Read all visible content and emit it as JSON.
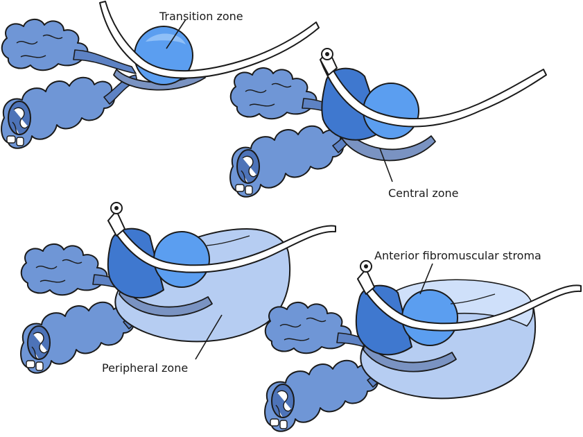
{
  "labels": {
    "transition_zone": "Transition zone",
    "central_zone": "Central zone",
    "peripheral_zone": "Peripheral zone",
    "anterior_stroma": "Anterior fibromuscular stroma"
  },
  "colors": {
    "outline": "#1a1a1a",
    "vesicle_fill": "#6f96d6",
    "vesicle_fill_dark": "#4d73b8",
    "transition_fill": "#5b9ef0",
    "transition_fill_light": "#8fbff7",
    "central_fill": "#3f78cf",
    "peripheral_fill": "#b6cdf2",
    "stroma_fill": "#cfe0fa",
    "duct_fill": "#5d82c4",
    "base_fill": "#7a93c2",
    "urethra_fill": "#ffffff"
  }
}
